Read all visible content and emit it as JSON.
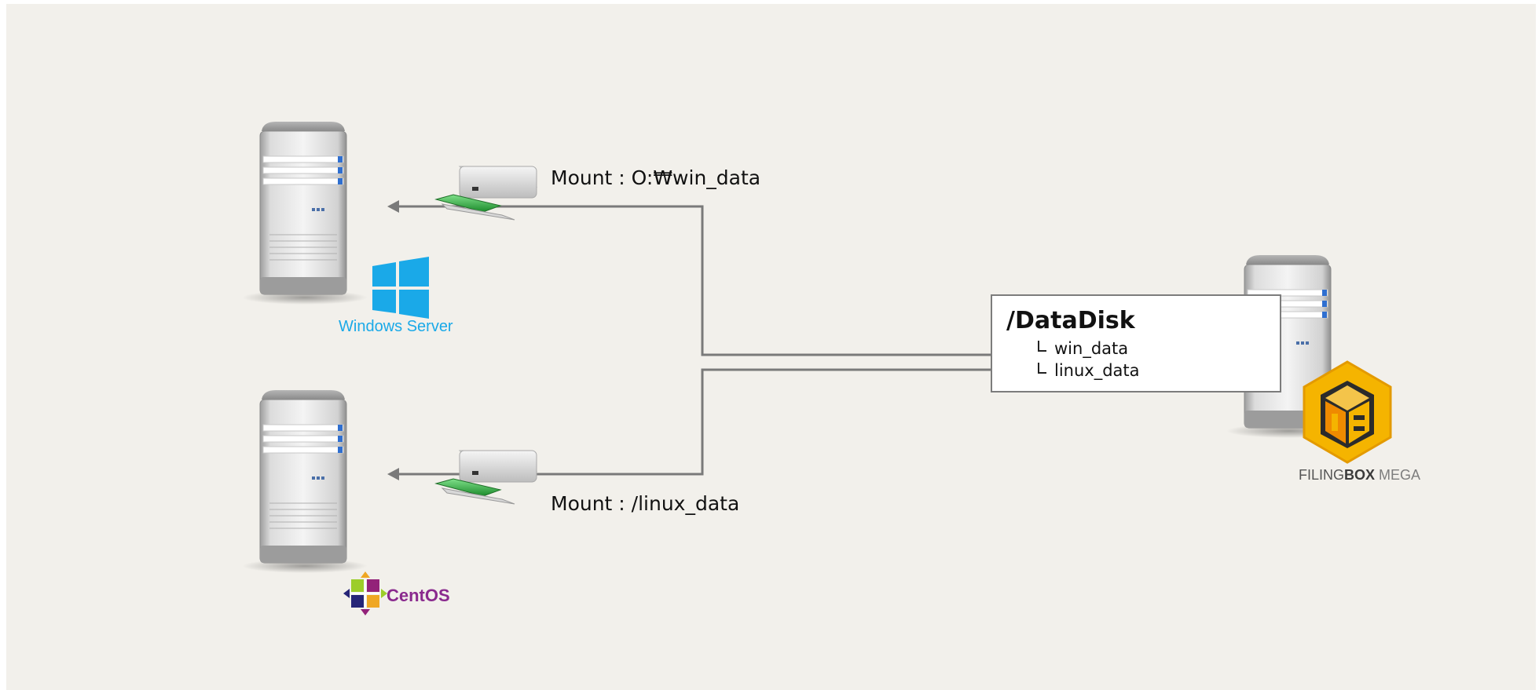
{
  "servers": [
    {
      "os": "Windows Server",
      "icon": "windows-logo-icon"
    },
    {
      "os": "CentOS",
      "icon": "centos-logo-icon"
    }
  ],
  "mounts": [
    {
      "label": "Mount : O:₩win_data",
      "icon": "network-drive-icon"
    },
    {
      "label": "Mount : /linux_data",
      "icon": "network-drive-icon"
    }
  ],
  "storage": {
    "root": "/DataDisk",
    "folders": [
      "win_data",
      "linux_data"
    ],
    "brand_prefix": "FILING",
    "brand_bold": "BOX",
    "brand_suffix": "MEGA",
    "icon": "filingbox-logo-icon"
  },
  "colors": {
    "background": "#f2f0eb",
    "connector": "#7a7a7a",
    "windows_blue": "#1aa9e8",
    "centos_purple": "#8a2a8e",
    "filingbox_orange": "#f5a800",
    "drive_green": "#2eae3c"
  }
}
